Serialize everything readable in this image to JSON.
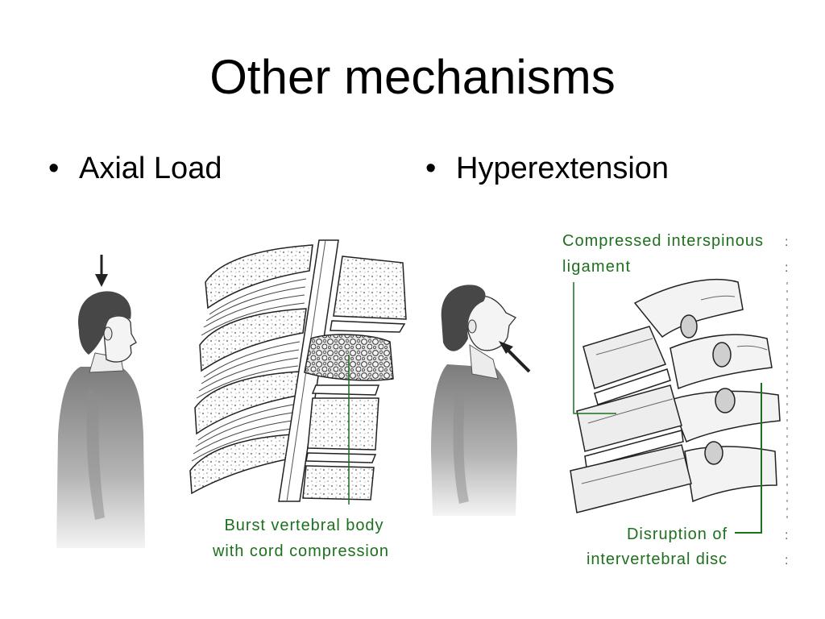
{
  "slide": {
    "title": "Other mechanisms",
    "bullets": [
      {
        "marker": "•",
        "label": "Axial Load"
      },
      {
        "marker": "•",
        "label": "Hyperextension"
      }
    ]
  },
  "illustrations": {
    "axial": {
      "figure_icon": "standing-man-profile-icon",
      "force_icon": "down-arrow-icon",
      "label_line1": "Burst vertebral body",
      "label_line2": "with cord compression"
    },
    "hyperextension": {
      "figure_icon": "man-head-tilted-back-icon",
      "force_icon": "diagonal-arrow-icon",
      "top_label_line1": "Compressed interspinous",
      "top_label_line2": "ligament",
      "bottom_label_line1": "Disruption of",
      "bottom_label_line2": "intervertebral disc",
      "edge_marks": [
        ":",
        ":",
        ":",
        ":"
      ]
    }
  },
  "colors": {
    "background": "#ffffff",
    "text": "#000000",
    "annotation": "#1d701d"
  }
}
